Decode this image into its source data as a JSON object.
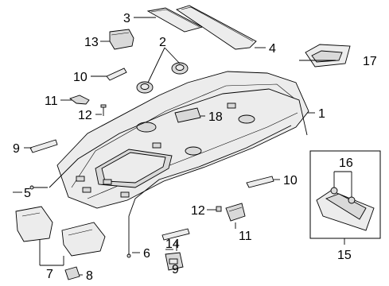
{
  "diagram": {
    "callouts": {
      "c1": "1",
      "c2": "2",
      "c3": "3",
      "c4": "4",
      "c5": "5",
      "c6": "6",
      "c7": "7",
      "c8": "8",
      "c9a": "9",
      "c9b": "9",
      "c10a": "10",
      "c10b": "10",
      "c11a": "11",
      "c11b": "11",
      "c12a": "12",
      "c12b": "12",
      "c13": "13",
      "c14": "14",
      "c15": "15",
      "c16": "16",
      "c17": "17",
      "c18": "18"
    }
  }
}
